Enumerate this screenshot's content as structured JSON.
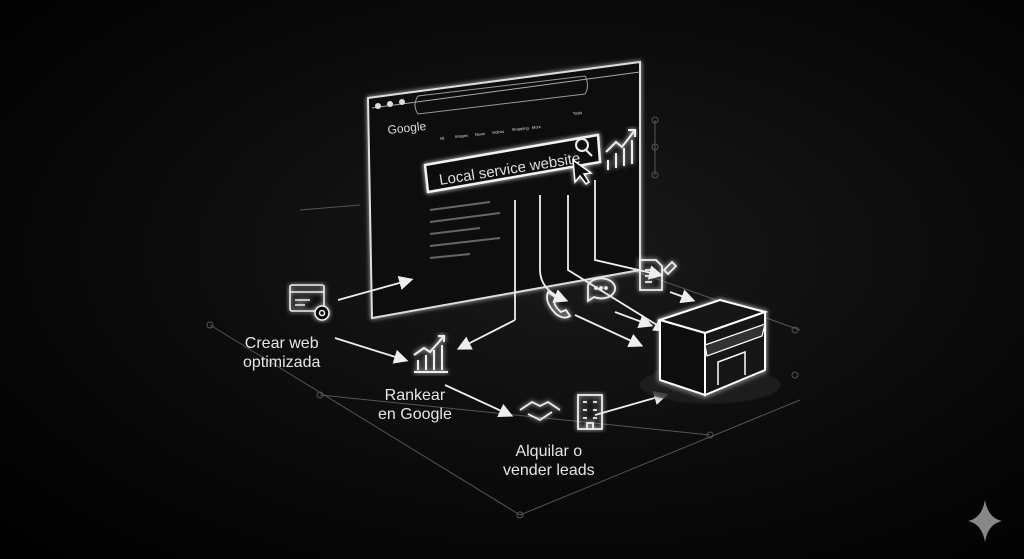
{
  "browser": {
    "logo": "Google",
    "tabs": [
      "All",
      "Images",
      "News",
      "Videos",
      "Shopping",
      "More"
    ],
    "tools": "Tools",
    "search_query": "Local service website"
  },
  "steps": [
    {
      "line1": "Crear web",
      "line2": "optimizada"
    },
    {
      "line1": "Rankear",
      "line2": "en Google"
    },
    {
      "line1": "Alquilar o",
      "line2": "vender leads"
    }
  ],
  "colors": {
    "background": "#000000",
    "line": "#e8e8e8"
  }
}
